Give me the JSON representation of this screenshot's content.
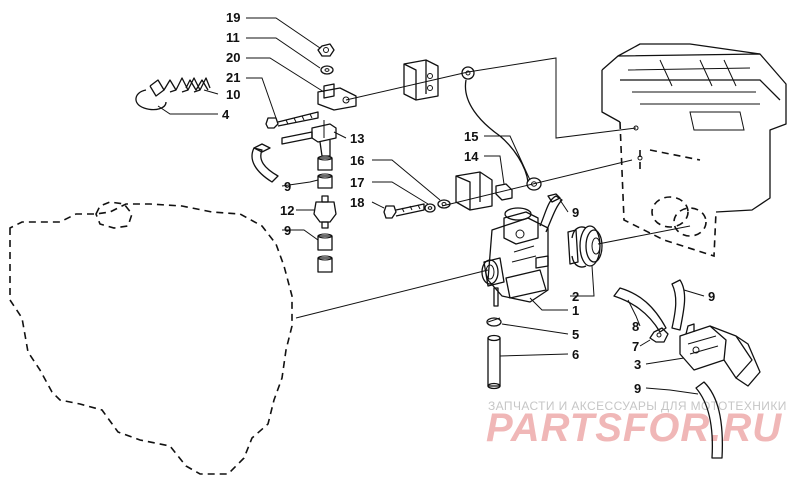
{
  "callouts": [
    {
      "id": "c19",
      "text": "19"
    },
    {
      "id": "c11",
      "text": "11"
    },
    {
      "id": "c20",
      "text": "20"
    },
    {
      "id": "c21",
      "text": "21"
    },
    {
      "id": "c10",
      "text": "10"
    },
    {
      "id": "c4",
      "text": "4"
    },
    {
      "id": "c13",
      "text": "13"
    },
    {
      "id": "c15",
      "text": "15"
    },
    {
      "id": "c14",
      "text": "14"
    },
    {
      "id": "c16",
      "text": "16"
    },
    {
      "id": "c17",
      "text": "17"
    },
    {
      "id": "c18",
      "text": "18"
    },
    {
      "id": "c9a",
      "text": "9"
    },
    {
      "id": "c12",
      "text": "12"
    },
    {
      "id": "c9b",
      "text": "9"
    },
    {
      "id": "c9c",
      "text": "9"
    },
    {
      "id": "c2",
      "text": "2"
    },
    {
      "id": "c1",
      "text": "1"
    },
    {
      "id": "c9d",
      "text": "9"
    },
    {
      "id": "c8",
      "text": "8"
    },
    {
      "id": "c7",
      "text": "7"
    },
    {
      "id": "c3",
      "text": "3"
    },
    {
      "id": "c5",
      "text": "5"
    },
    {
      "id": "c6",
      "text": "6"
    },
    {
      "id": "c9e",
      "text": "9"
    }
  ],
  "watermark": {
    "line1": "ЗАПЧАСТИ И АКСЕССУАРЫ ДЛЯ МОТОТЕХНИКИ",
    "line2": "PARTSFOR.RU",
    "color": "#e05050"
  }
}
